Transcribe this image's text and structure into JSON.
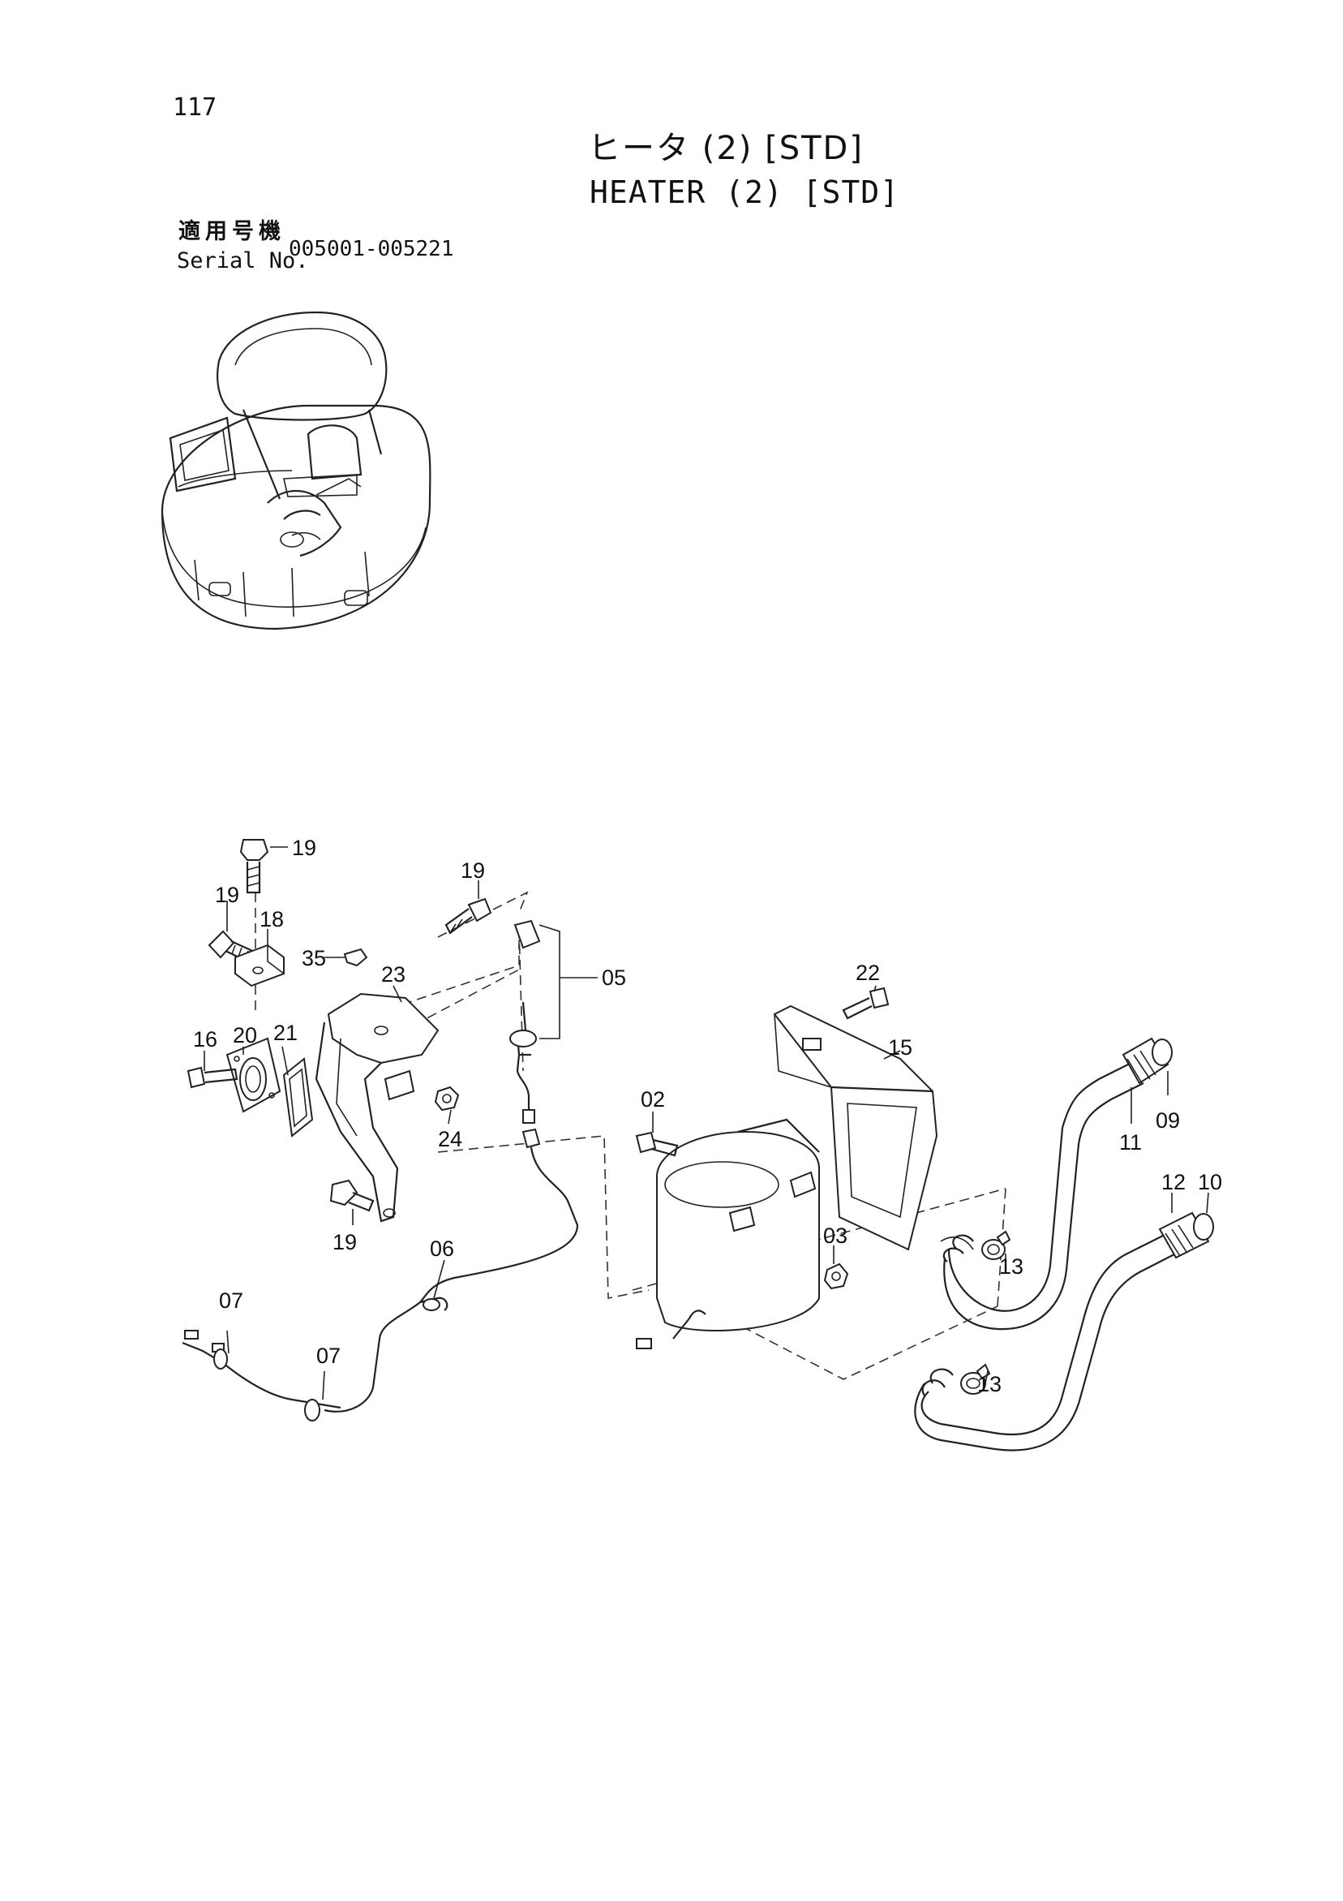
{
  "page": {
    "number": "117",
    "title_jp": "ヒータ (2) [STD]",
    "title_en": "HEATER (2) [STD]",
    "serial_label_jp": "適用号機",
    "serial_label_en": "Serial No.",
    "serial_range": "005001-005221"
  },
  "callouts": {
    "c19a": "19",
    "c19b": "19",
    "c19c": "19",
    "c19d": "19",
    "c18": "18",
    "c35": "35",
    "c23": "23",
    "c05": "05",
    "c16": "16",
    "c20": "20",
    "c21": "21",
    "c24": "24",
    "c22": "22",
    "c15": "15",
    "c02": "02",
    "c03": "03",
    "c06": "06",
    "c07a": "07",
    "c07b": "07",
    "c09": "09",
    "c11": "11",
    "c12": "12",
    "c10": "10",
    "c13a": "13",
    "c13b": "13"
  }
}
